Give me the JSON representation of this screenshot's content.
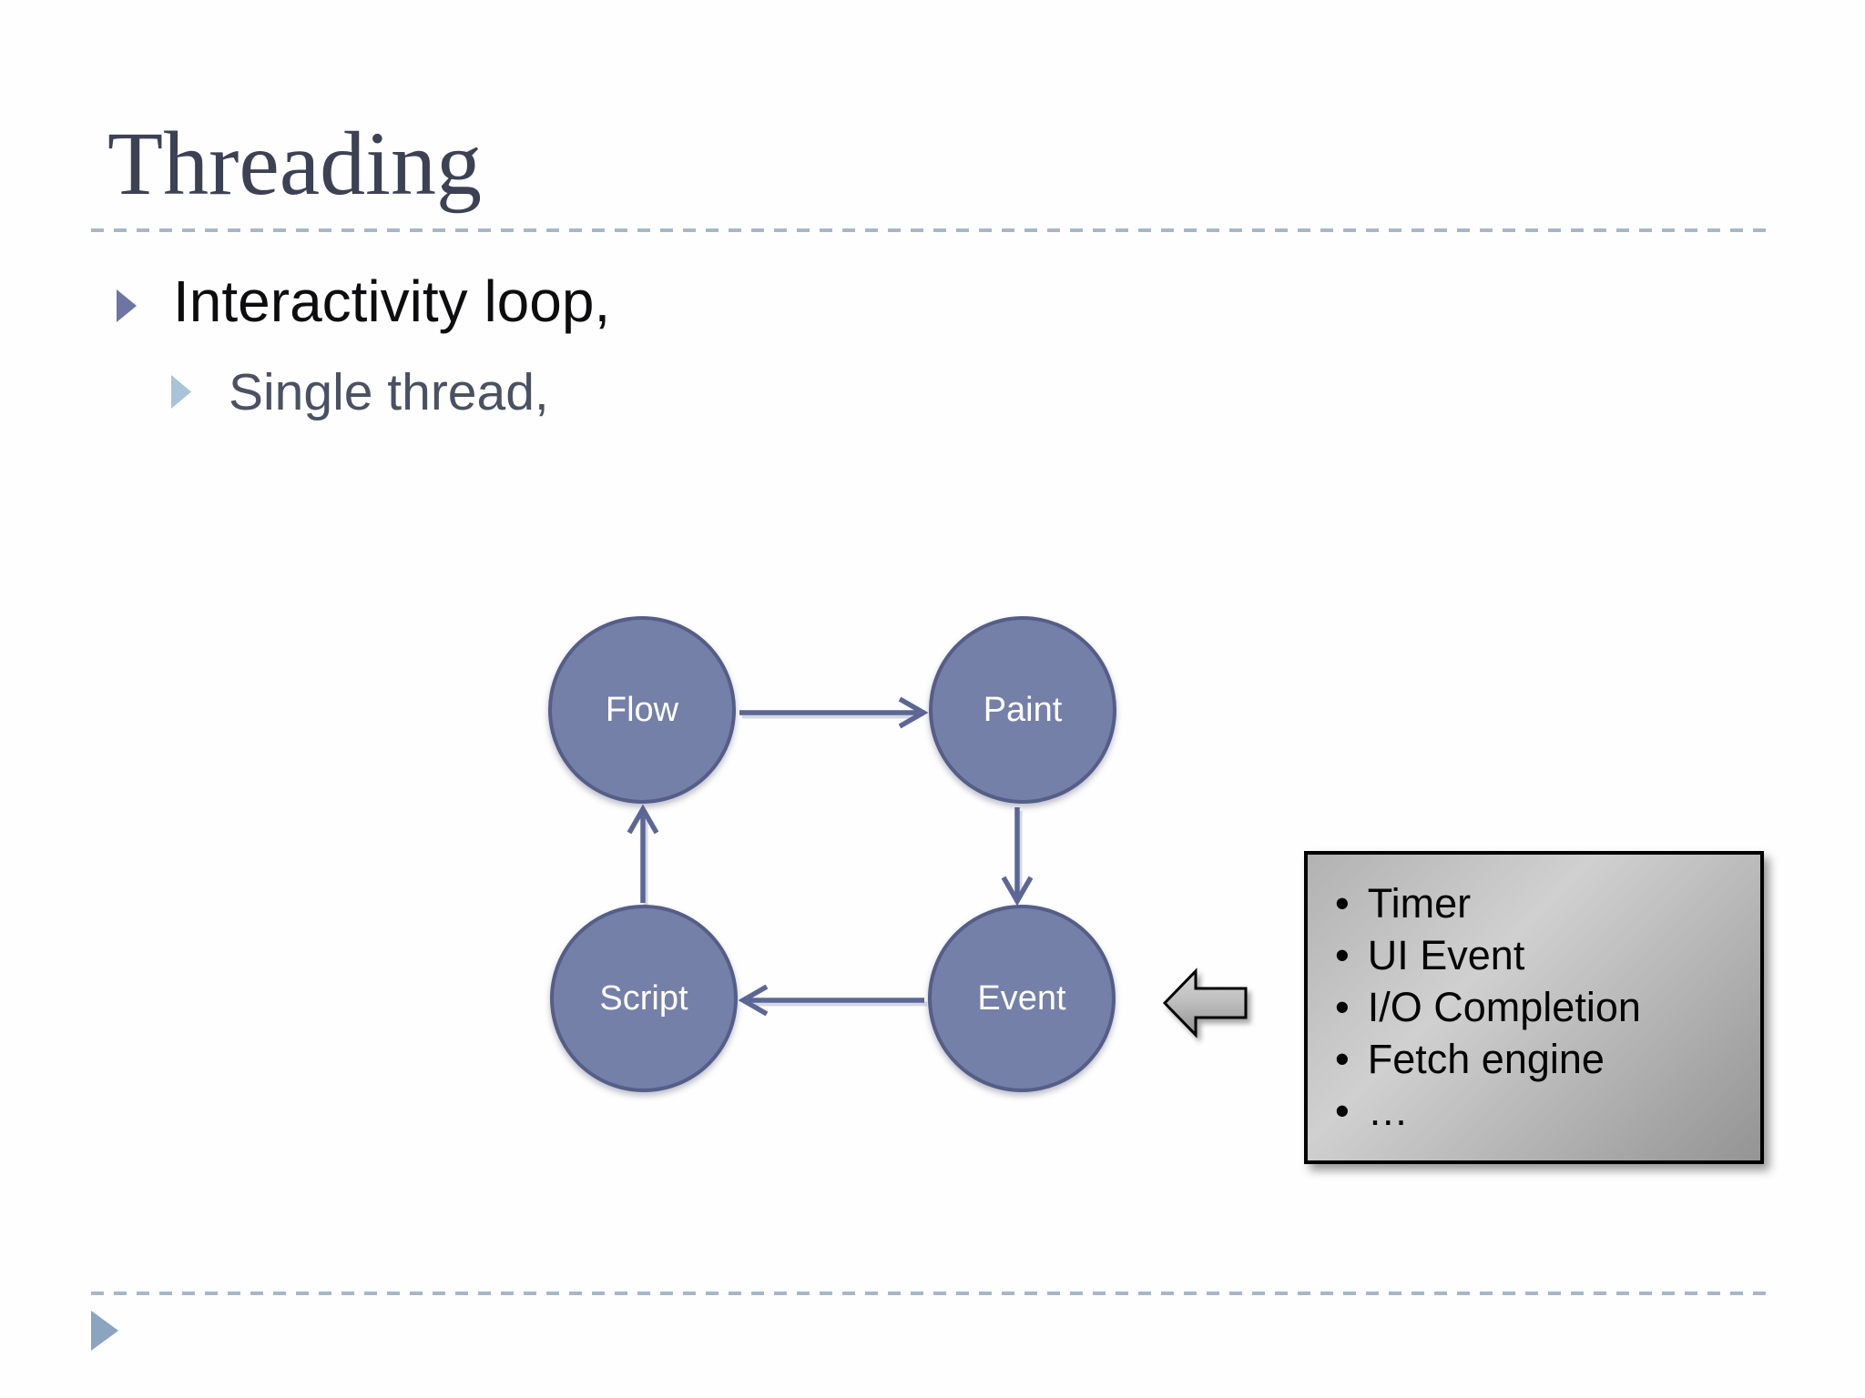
{
  "slide": {
    "title": "Threading",
    "bullets": {
      "level1": "Interactivity loop,",
      "level2": "Single thread,"
    },
    "diagram": {
      "nodes": [
        {
          "id": "flow",
          "label": "Flow"
        },
        {
          "id": "paint",
          "label": "Paint"
        },
        {
          "id": "script",
          "label": "Script"
        },
        {
          "id": "event",
          "label": "Event"
        }
      ],
      "edges": [
        {
          "from": "Flow",
          "to": "Paint"
        },
        {
          "from": "Paint",
          "to": "Event"
        },
        {
          "from": "Event",
          "to": "Script"
        },
        {
          "from": "Script",
          "to": "Flow"
        }
      ]
    },
    "callout": {
      "bullet": "•",
      "items": [
        "Timer",
        "UI Event",
        "I/O Completion",
        "Fetch engine",
        "…"
      ]
    },
    "colors": {
      "title": "#3d4154",
      "body_text": "#0d0d0f",
      "sub_text": "#4b5163",
      "node_fill": "#7580a8",
      "node_border": "#545e88",
      "node_label": "#ffffff",
      "connector": "#5d6795",
      "dashed_divider": "#a5b8ca",
      "bullet_level1": "#6d76a3",
      "bullet_level2": "#a9c3d9",
      "callout_border": "#000000",
      "callout_fill_light": "#d0d0d0",
      "callout_fill_dark": "#949494",
      "footer_arrow": "#8ba4c0"
    }
  }
}
